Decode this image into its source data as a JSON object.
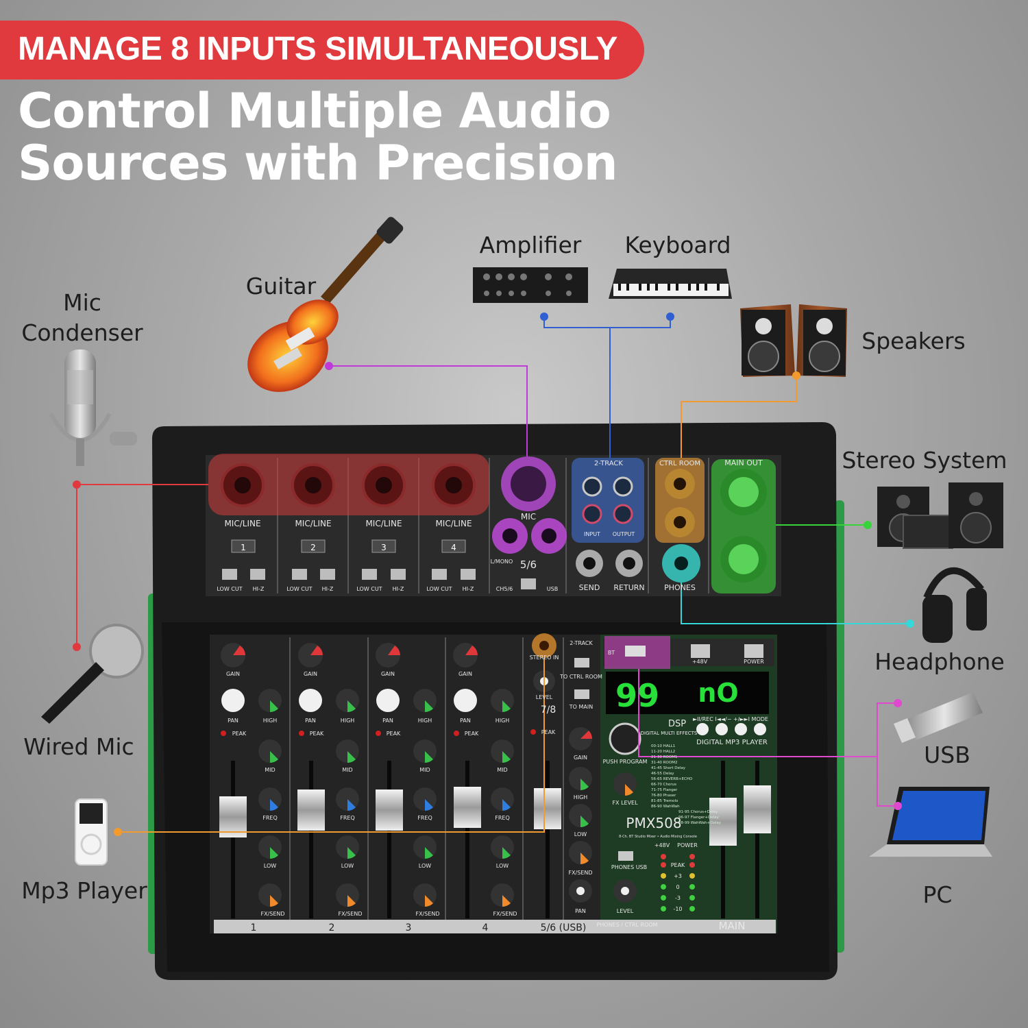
{
  "banner": {
    "text": "MANAGE 8 INPUTS SIMULTANEOUSLY",
    "color": "#e03a3e"
  },
  "headline": {
    "line1": "Control Multiple Audio",
    "line2": "Sources with Precision"
  },
  "devices": {
    "mic_condenser": {
      "line1": "Mic",
      "line2": "Condenser"
    },
    "guitar": "Guitar",
    "amplifier": "Amplifier",
    "keyboard": "Keyboard",
    "speakers": "Speakers",
    "stereo_system": "Stereo System",
    "headphone": "Headphone",
    "usb": "USB",
    "pc": "PC",
    "wired_mic": "Wired Mic",
    "mp3_player": "Mp3 Player"
  },
  "mixer": {
    "model": "PMX508",
    "model_subtitle": "8-Ch. BT Studio Mixer • Audio Mixing Console",
    "combo_label": "MIC/LINE",
    "channels": [
      "1",
      "2",
      "3",
      "4"
    ],
    "low_cut": "LOW CUT",
    "hi_z": "HI-Z",
    "mic": "MIC",
    "ch56": "5/6",
    "ch56_switch": "CH5/6",
    "usb_switch": "USB",
    "l_mono": "L/MONO",
    "two_track": "2-TRACK",
    "two_track_input": "INPUT",
    "two_track_output": "OUTPUT",
    "send": "SEND",
    "return": "RETURN",
    "ctrl_room": "CTRL ROOM",
    "main_out": "MAIN OUT",
    "phones": "PHONES",
    "gain": "GAIN",
    "pan": "PAN",
    "high": "HIGH",
    "mid": "MID",
    "freq": "FREQ",
    "low": "LOW",
    "fx_send": "FX/SEND",
    "peak": "PEAK",
    "stereo_in": "STEREO IN",
    "level": "LEVEL",
    "ch78": "7/8",
    "to_ctrl_room": "TO CTRL ROOM",
    "to_main": "TO MAIN",
    "bt": "BT",
    "p48v": "+48V",
    "power": "POWER",
    "display_left": "99",
    "display_right": "nO",
    "dsp": "DSP",
    "dsp_sub": "DIGITAL MULTI EFFECTS",
    "mp3_controls": "►II/REC  I◄◄/−  +/►►I  MODE",
    "mp3_title": "DIGITAL MP3 PLAYER",
    "push_program": "PUSH PROGRAM",
    "fx_level": "FX LEVEL",
    "phones_usb": "PHONES USB",
    "meter_levels": [
      "PEAK",
      "+3",
      "0",
      "-3",
      "-10"
    ],
    "phones_ctrl_room": "PHONES / CTRL ROOM",
    "main": "MAIN",
    "strip_labels": [
      "1",
      "2",
      "3",
      "4",
      "5/6 (USB)"
    ],
    "effects_list": [
      "00-10 HALL1",
      "11-20 HALL2",
      "21-30 ROOM1",
      "31-40 ROOM2",
      "41-45 Short Delay",
      "46-55 Delay",
      "56-65 REVERB+ECHO",
      "66-70 Chorus",
      "71-75 Flanger",
      "76-80 Phaser",
      "81-85 Tremolo",
      "86-90 WahWah",
      "91-95 Chorus+Delay",
      "96-97 Flanger+Delay",
      "98-99 WahWah+Delay"
    ]
  },
  "wire_colors": {
    "red": "#e03a3e",
    "purple": "#c03ad8",
    "blue": "#2f5fd0",
    "orange": "#f29a2e",
    "green": "#37d33a",
    "cyan": "#35d8d8",
    "magenta": "#e048d0"
  }
}
